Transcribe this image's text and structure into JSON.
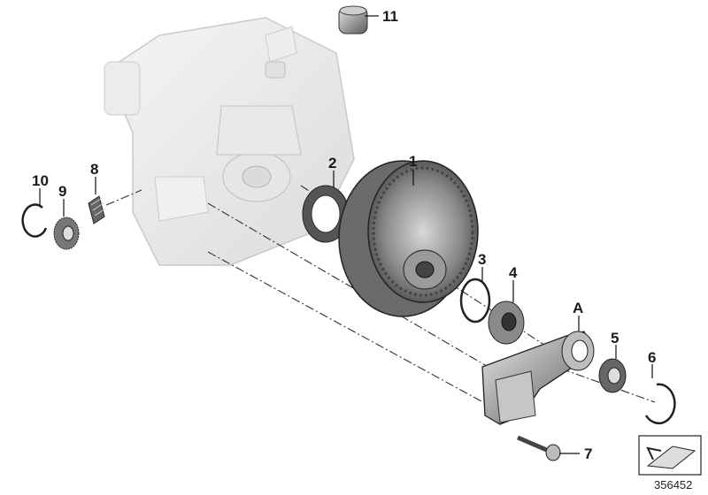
{
  "callouts": [
    {
      "id": "1",
      "label": "1"
    },
    {
      "id": "2",
      "label": "2"
    },
    {
      "id": "3",
      "label": "3"
    },
    {
      "id": "4",
      "label": "4"
    },
    {
      "id": "5",
      "label": "5"
    },
    {
      "id": "6",
      "label": "6"
    },
    {
      "id": "7",
      "label": "7"
    },
    {
      "id": "8",
      "label": "8"
    },
    {
      "id": "9",
      "label": "9"
    },
    {
      "id": "10",
      "label": "10"
    },
    {
      "id": "11",
      "label": "11"
    },
    {
      "id": "A",
      "label": "A"
    }
  ],
  "diagram_number": "356452",
  "icon": "exploded-view-arrow-icon"
}
